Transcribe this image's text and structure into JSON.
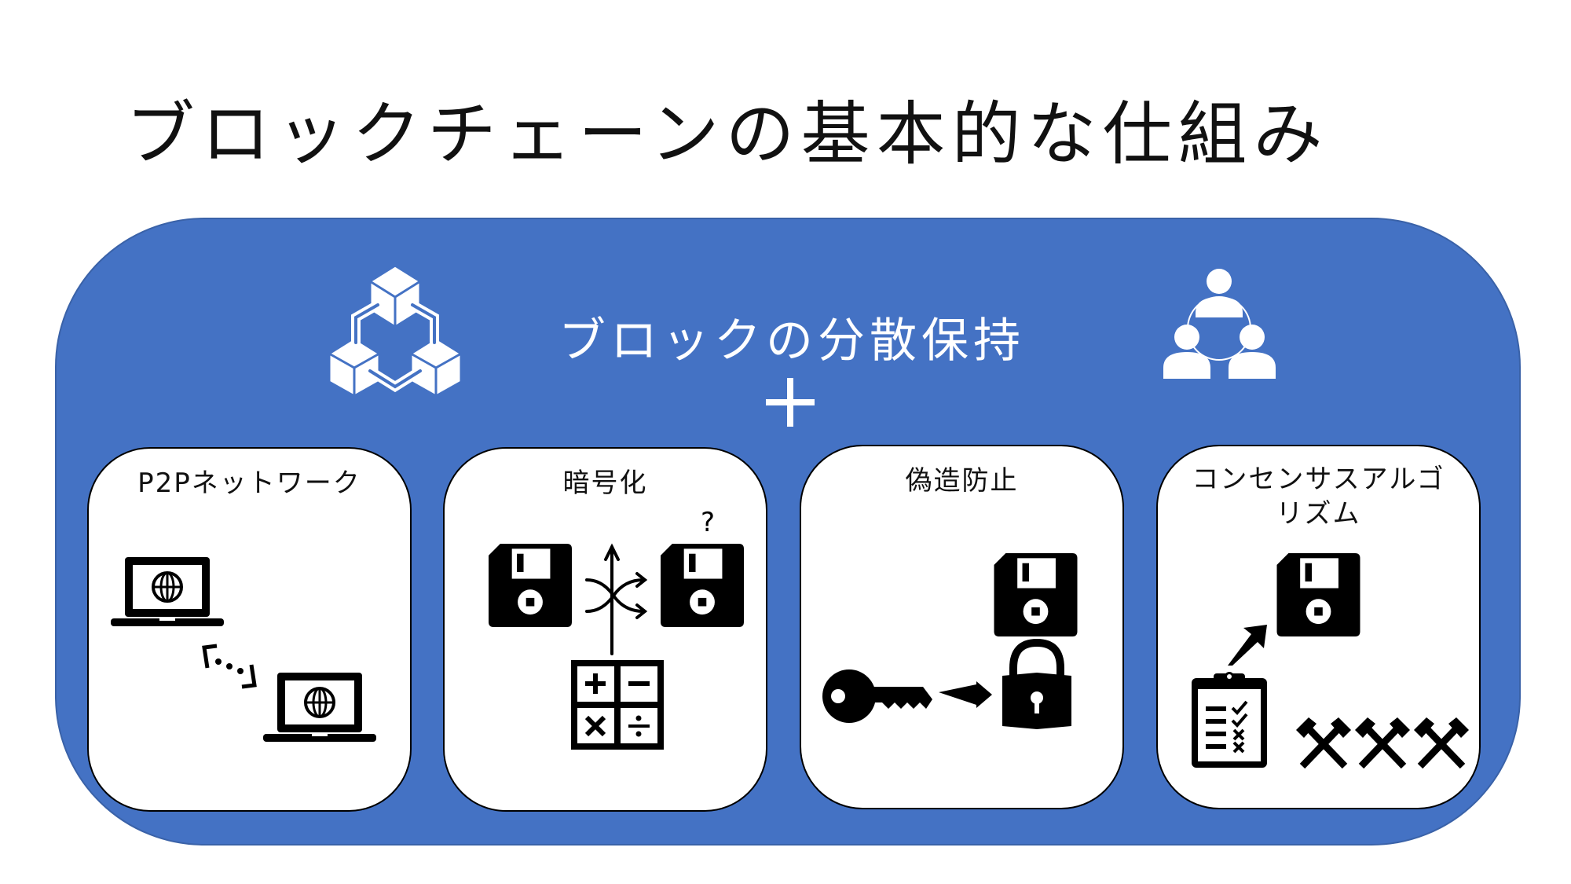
{
  "title": "ブロックチェーンの基本的な仕組み",
  "panel": {
    "subtitle": "ブロックの分散保持",
    "plus": "+",
    "colors": {
      "panel": "#4472C4",
      "card": "#FFFFFF",
      "icon": "#000000"
    },
    "icons": [
      "blocks-network-icon",
      "people-network-icon"
    ]
  },
  "cards": [
    {
      "title": "P2Pネットワーク",
      "icons": [
        "laptop-globe-icon",
        "connection-icon",
        "laptop-globe-icon"
      ]
    },
    {
      "title": "暗号化",
      "question_mark": "?",
      "icons": [
        "floppy-disk-icon",
        "shuffle-icon",
        "floppy-disk-icon",
        "calculator-icon"
      ]
    },
    {
      "title": "偽造防止",
      "icons": [
        "floppy-disk-icon",
        "padlock-icon",
        "key-icon",
        "arrow-icon"
      ]
    },
    {
      "title": "コンセンサスアルゴリズム",
      "title_line1": "コンセンサスアルゴ",
      "title_line2": "リズム",
      "icons": [
        "floppy-disk-icon",
        "arrow-icon",
        "checklist-icon",
        "hammer-icon"
      ]
    }
  ]
}
